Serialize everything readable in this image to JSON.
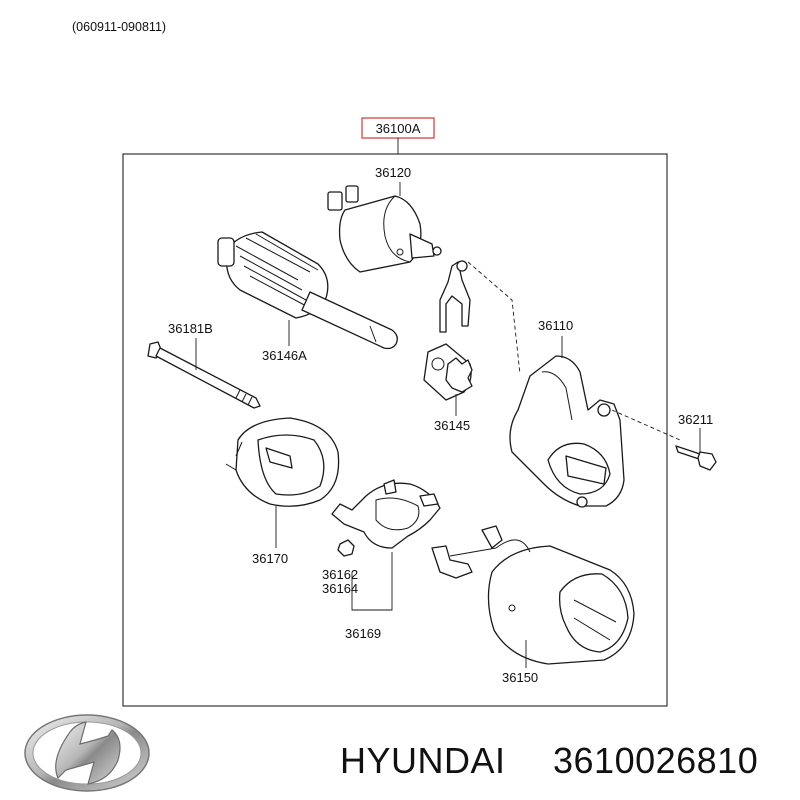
{
  "date_range": "(060911-090811)",
  "assembly_code": "36100A",
  "parts": {
    "solenoid": "36120",
    "armature": "36146A",
    "through_bolt": "36181B",
    "front_housing": "36110",
    "pinion": "36145",
    "screw": "36211",
    "rear_cover": "36170",
    "nut_a": "36162",
    "nut_b": "36164",
    "brush_holder": "36169",
    "yoke": "36150"
  },
  "brand_name": "HYUNDAI",
  "part_number": "3610026810",
  "colors": {
    "frame": "#222222",
    "highlight_box": "#d9534f",
    "line": "#1a1a1a"
  },
  "icons": {
    "logo": "hyundai-logo"
  }
}
